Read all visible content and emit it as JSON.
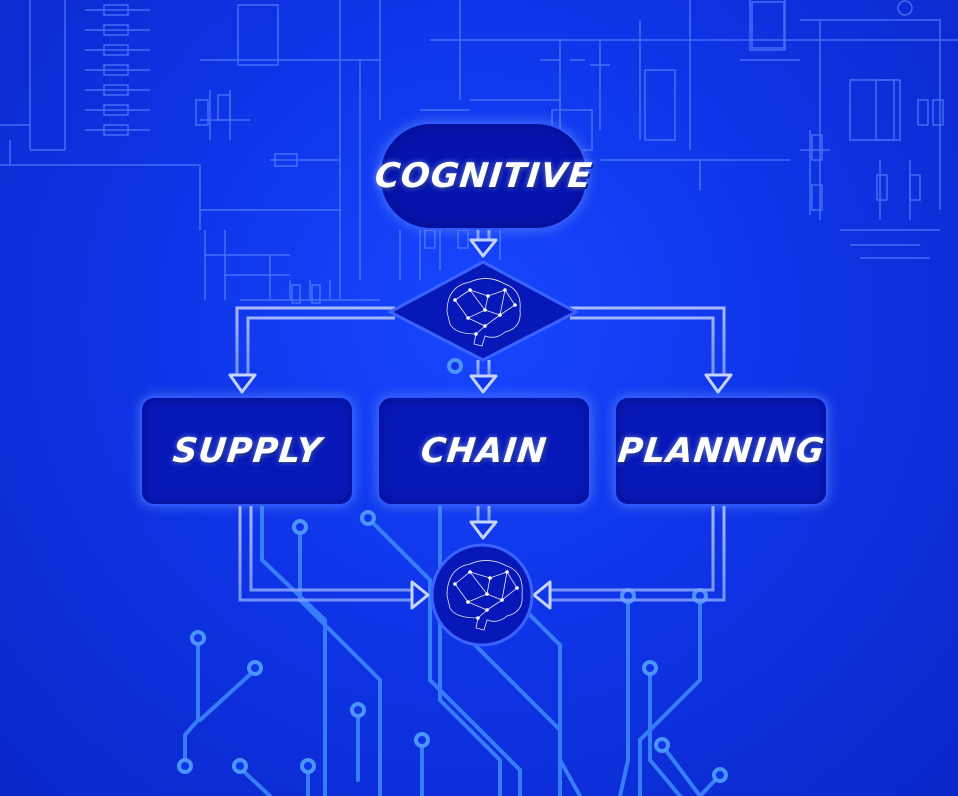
{
  "diagram": {
    "nodes": {
      "cognitive": "COGNITIVE",
      "supply": "SUPPLY",
      "chain": "CHAIN",
      "planning": "PLANNING"
    },
    "icons": [
      "brain-network-icon",
      "brain-network-icon"
    ],
    "colors": {
      "background": "#0f35e8",
      "node_fill": "#0718b8",
      "node_border": "#2e58ff",
      "line": "#6f9bff",
      "arrow": "#c6d4ff",
      "text": "#ffffff"
    }
  }
}
